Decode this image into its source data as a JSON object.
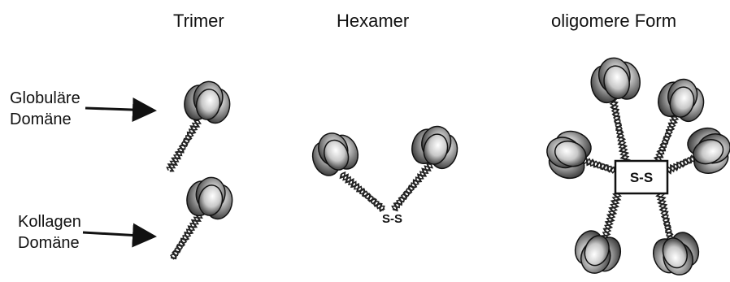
{
  "titles": {
    "trimer": "Trimer",
    "hexamer": "Hexamer",
    "oligomer": "oligomere Form"
  },
  "labels": {
    "globular_line1": "Globuläre",
    "globular_line2": "Domäne",
    "collagen_line1": "Kollagen",
    "collagen_line2": "Domäne"
  },
  "bonds": {
    "hexamer_ss": "S-S",
    "oligomer_ss": "S-S"
  },
  "colors": {
    "head_outer": "#2b2b2b",
    "head_inner": "#e0e0e0",
    "helix": "#222222",
    "box_fill": "#ffffff"
  }
}
